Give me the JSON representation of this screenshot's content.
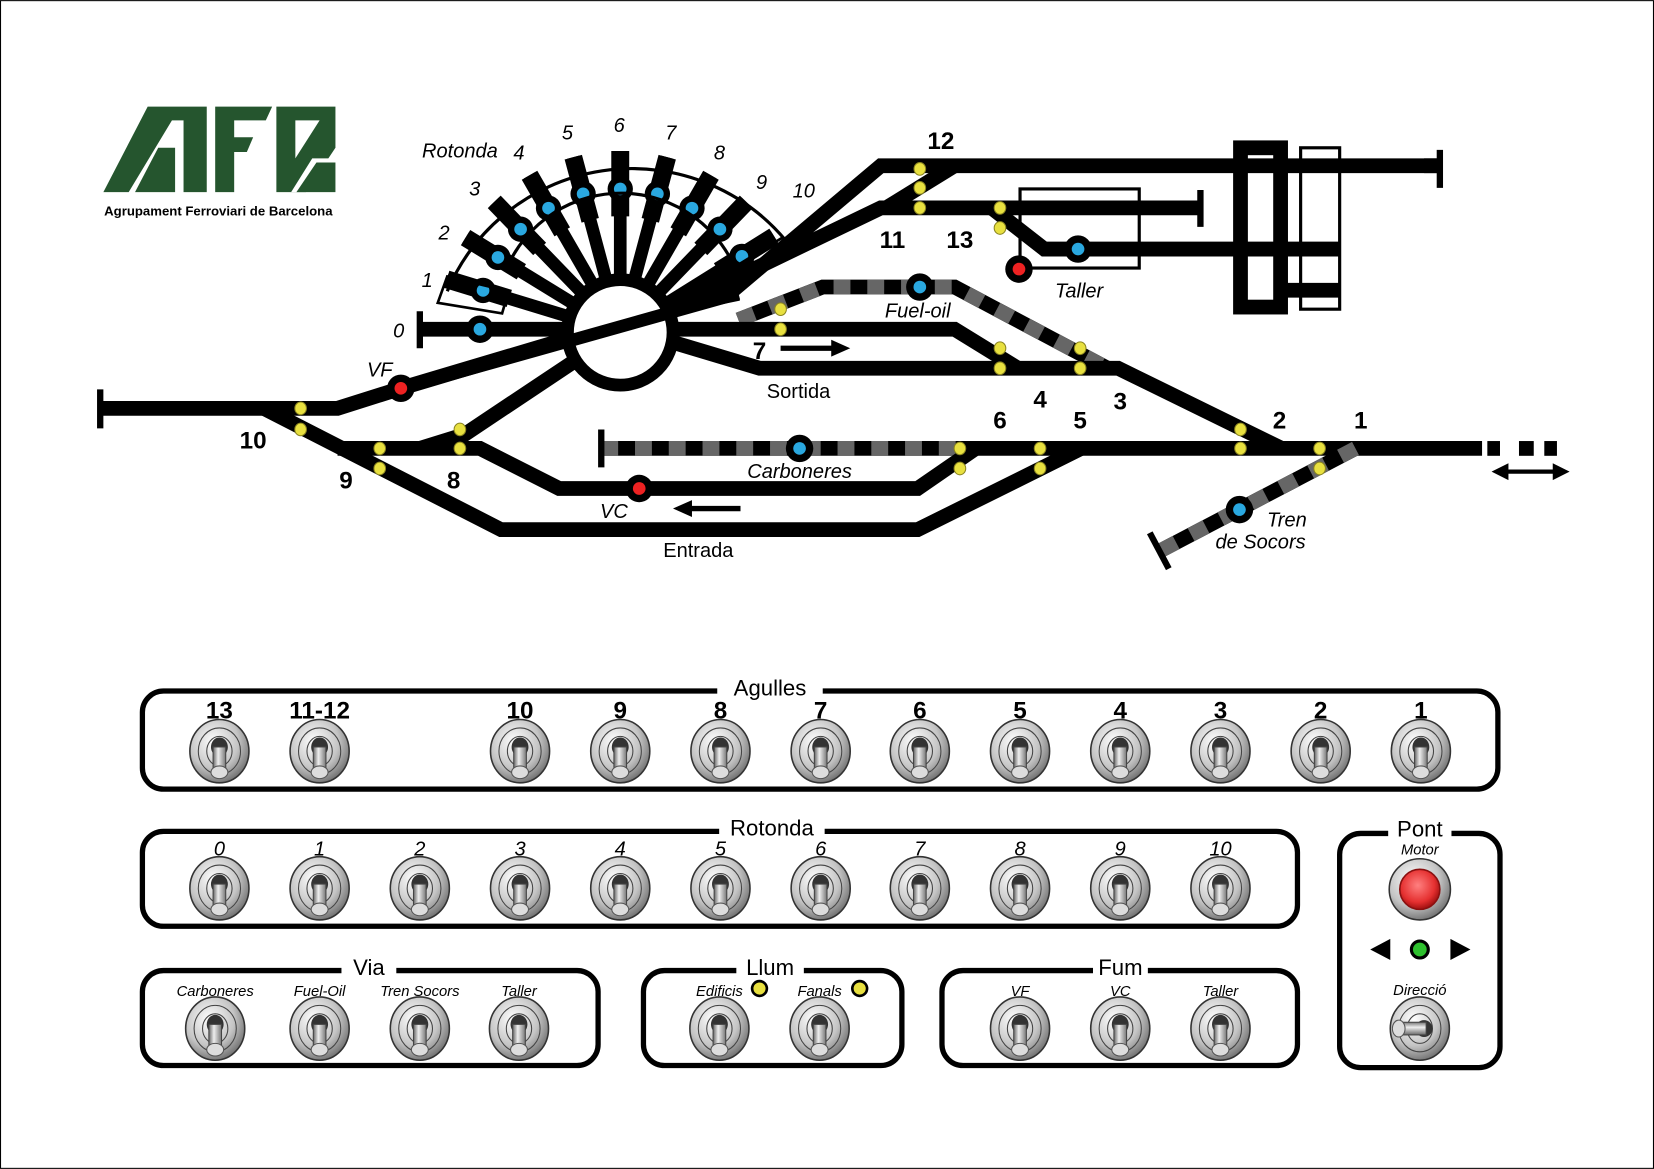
{
  "logo": {
    "text": "AFB",
    "subtitle": "Agrupament Ferroviari de Barcelona",
    "color": "#25552e"
  },
  "diagram": {
    "rotonda_label": "Rotonda",
    "rotonda_tracks": [
      "0",
      "1",
      "2",
      "3",
      "4",
      "5",
      "6",
      "7",
      "8",
      "9",
      "10"
    ],
    "switch_numbers": {
      "s1": "1",
      "s2": "2",
      "s3": "3",
      "s4": "4",
      "s5": "5",
      "s6": "6",
      "s7": "7",
      "s8": "8",
      "s9": "9",
      "s10": "10",
      "s11": "11",
      "s12": "12",
      "s13": "13"
    },
    "labels": {
      "vf": "VF",
      "vc": "VC",
      "fuel_oil": "Fuel-oil",
      "taller": "Taller",
      "carboneres": "Carboneres",
      "tren": "Tren",
      "de_socors": "de Socors",
      "sortida": "Sortida",
      "entrada": "Entrada"
    },
    "colors": {
      "track": "#000000",
      "switch_led": "#e8e040",
      "position_led": "#2aa8e0",
      "signal_led": "#ee2222",
      "dashed_track": "#666666"
    }
  },
  "panels": {
    "agulles": {
      "title": "Agulles",
      "switches": [
        "13",
        "11-12",
        "10",
        "9",
        "8",
        "7",
        "6",
        "5",
        "4",
        "3",
        "2",
        "1"
      ]
    },
    "rotonda": {
      "title": "Rotonda",
      "switches": [
        "0",
        "1",
        "2",
        "3",
        "4",
        "5",
        "6",
        "7",
        "8",
        "9",
        "10"
      ]
    },
    "via": {
      "title": "Via",
      "switches": [
        "Carboneres",
        "Fuel-Oil",
        "Tren Socors",
        "Taller"
      ]
    },
    "llum": {
      "title": "Llum",
      "switches": [
        "Edificis",
        "Fanals"
      ],
      "led_color": "#e8e040"
    },
    "fum": {
      "title": "Fum",
      "switches": [
        "VF",
        "VC",
        "Taller"
      ]
    },
    "pont": {
      "title": "Pont",
      "motor_label": "Motor",
      "direction_label": "Direcció",
      "motor_color": "#e53030",
      "status_led_color": "#2ec02e",
      "left_icon": "triangle-left",
      "right_icon": "triangle-right"
    }
  }
}
